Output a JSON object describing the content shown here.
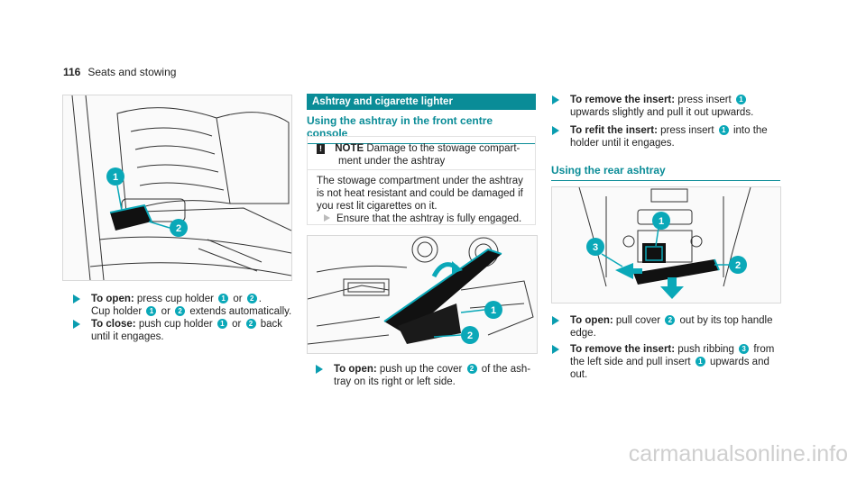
{
  "header": {
    "page_number": "116",
    "section": "Seats and stowing"
  },
  "col1": {
    "steps": [
      {
        "label": "To open:",
        "text": "press cup holder",
        "n1": "1",
        "or": "or",
        "n2": "2",
        "tail": ".",
        "line2a": "Cup holder",
        "n3": "1",
        "or2": "or",
        "n4": "2",
        "line2b": "extends automatically."
      },
      {
        "label": "To close:",
        "text": "push cup holder",
        "n1": "1",
        "or": "or",
        "n2": "2",
        "tail": "back",
        "line2": "until it engages."
      }
    ],
    "callouts": [
      "1",
      "2"
    ]
  },
  "col2": {
    "section_title": "Ashtray and cigarette lighter",
    "subhead": "Using the ashtray in the front centre console",
    "note": {
      "label": "NOTE",
      "line1": "Damage to the stowage compart-",
      "line2": "ment under the ashtray",
      "body1": "The stowage compartment under the ashtray",
      "body2": "is not heat resistant and could be damaged if",
      "body3": "you rest lit cigarettes on it.",
      "action": "Ensure that the ashtray is fully engaged."
    },
    "step": {
      "label": "To open:",
      "text": "push up the cover",
      "n": "2",
      "tail": "of the ash-",
      "line2": "tray on its right or left side."
    },
    "callouts": [
      "1",
      "2"
    ]
  },
  "col3": {
    "steps_top": [
      {
        "label": "To remove the insert:",
        "text": "press insert",
        "n": "1",
        "line2": "upwards slightly and pull it out upwards."
      },
      {
        "label": "To refit the insert:",
        "text": "press insert",
        "n": "1",
        "tail": "into the",
        "line2": "holder until it engages."
      }
    ],
    "subhead": "Using the rear ashtray",
    "steps_bottom": [
      {
        "label": "To open:",
        "text": "pull cover",
        "n": "2",
        "tail": "out by its top handle",
        "line2": "edge."
      },
      {
        "label": "To remove the insert:",
        "text": "push ribbing",
        "n": "3",
        "tail": "from",
        "line2": "the left side and pull insert",
        "n2": "1",
        "tail2": "upwards and",
        "line3": "out."
      }
    ],
    "callouts": [
      "1",
      "2",
      "3"
    ]
  },
  "watermark": "carmanualsonline.info",
  "colors": {
    "accent": "#0a9db0",
    "heading": "#0a8c97",
    "callout": "#0aa8b8"
  }
}
